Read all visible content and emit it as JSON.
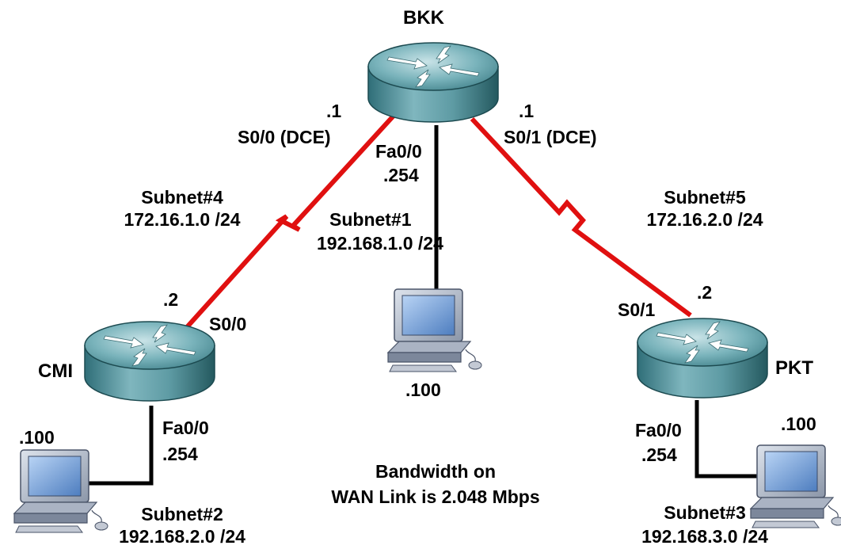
{
  "routers": {
    "bkk": {
      "name": "BKK"
    },
    "cmi": {
      "name": "CMI"
    },
    "pkt": {
      "name": "PKT"
    }
  },
  "links": {
    "bkk_cmi": {
      "bkk_ip": ".1",
      "bkk_iface": "S0/0 (DCE)",
      "cmi_ip": ".2",
      "cmi_iface": "S0/0",
      "subnet_name": "Subnet#4",
      "subnet_addr": "172.16.1.0 /24"
    },
    "bkk_pkt": {
      "bkk_ip": ".1",
      "bkk_iface": "S0/1 (DCE)",
      "pkt_ip": ".2",
      "pkt_iface": "S0/1",
      "subnet_name": "Subnet#5",
      "subnet_addr": "172.16.2.0 /24"
    },
    "bkk_lan": {
      "iface": "Fa0/0",
      "ip": ".254",
      "subnet_name": "Subnet#1",
      "subnet_addr": "192.168.1.0 /24",
      "pc_ip": ".100"
    },
    "cmi_lan": {
      "iface": "Fa0/0",
      "ip": ".254",
      "subnet_name": "Subnet#2",
      "subnet_addr": "192.168.2.0 /24",
      "pc_ip": ".100"
    },
    "pkt_lan": {
      "iface": "Fa0/0",
      "ip": ".254",
      "subnet_name": "Subnet#3",
      "subnet_addr": "192.168.3.0 /24",
      "pc_ip": ".100"
    }
  },
  "note": {
    "line1": "Bandwidth on",
    "line2": "WAN Link is 2.048 Mbps"
  },
  "colors": {
    "wan_link": "#e01010",
    "lan_link": "#000000",
    "router_top": "#5fa3ad",
    "router_side": "#2c6f7a"
  }
}
